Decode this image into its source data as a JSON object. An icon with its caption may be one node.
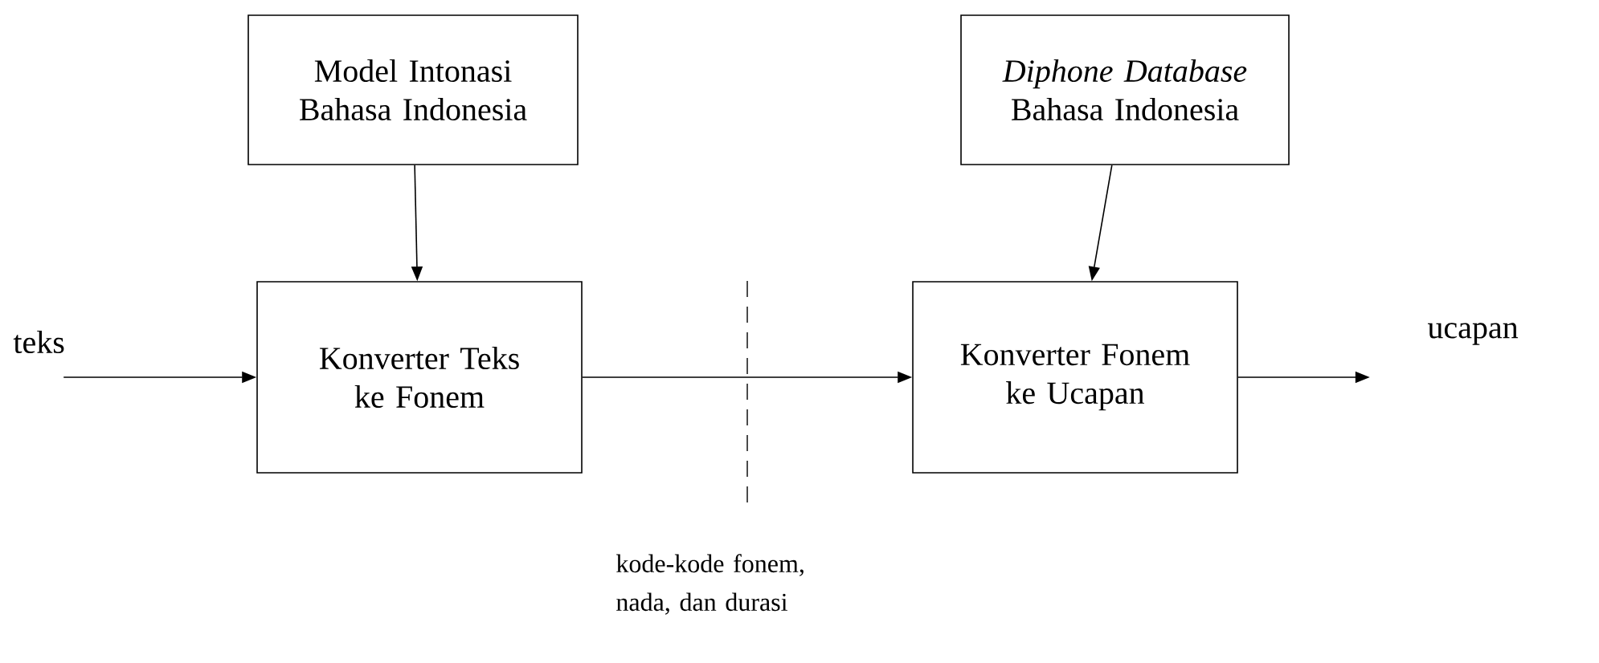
{
  "diagram": {
    "nodes": [
      {
        "text": [
          "Model Intonasi Bahasa Indonesia"
        ]
      },
      {
        "text": [
          "*Diphone Database* Bahasa Indonesia"
        ]
      },
      {
        "text": [
          "Konverter Teks ke Fonem"
        ]
      },
      {
        "text": [
          "Konverter Fonem ke Ucapan"
        ]
      }
    ],
    "edges": [
      {
        "from": 0,
        "to": 2,
        "arrow": "to"
      },
      {
        "from": 1,
        "to": 3,
        "arrow": "to"
      },
      {
        "from": null,
        "to": 2,
        "arrow": "to"
      },
      {
        "from": 2,
        "to": 3,
        "arrow": "to"
      },
      {
        "from": 3,
        "to": null,
        "arrow": "to"
      }
    ],
    "labels": [
      "teks",
      "ucapan",
      "kode-kode fonem, nada, dan durasi"
    ]
  }
}
